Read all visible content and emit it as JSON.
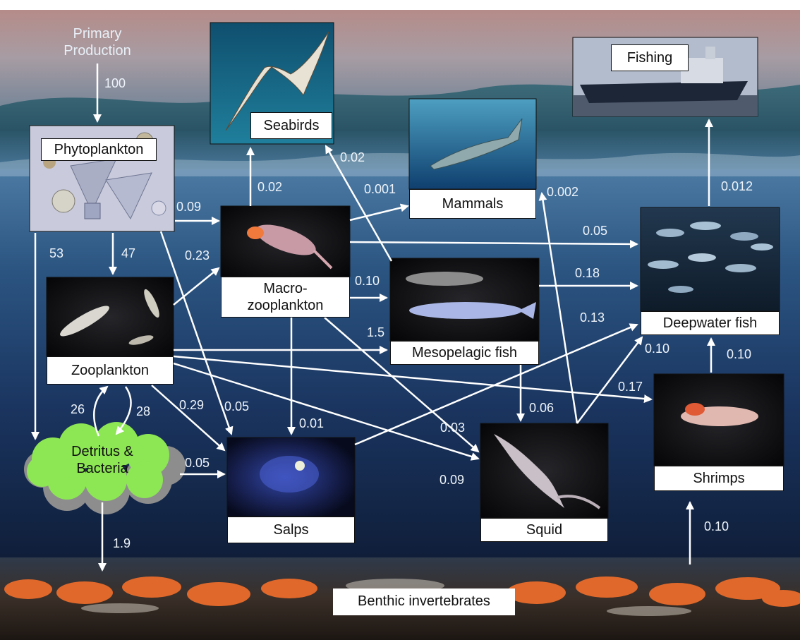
{
  "title": "",
  "colors": {
    "sky_top": "#c79b94",
    "sky_mid": "#8a96a6",
    "ocean_top": "#3e6f98",
    "ocean_deep": "#11203e",
    "seabed": "#2a2622",
    "coral": "#e0682a",
    "cloud_green": "#8ee654",
    "arrow": "#ffffff"
  },
  "source": {
    "label_line1": "Primary",
    "label_line2": "Production",
    "input_value": "100"
  },
  "nodes": {
    "phytoplankton": "Phytoplankton",
    "zooplankton": "Zooplankton",
    "macro_line1": "Macro-",
    "macro_line2": "zooplankton",
    "seabirds": "Seabirds",
    "mammals": "Mammals",
    "fishing": "Fishing",
    "mesopelagic": "Mesopelagic fish",
    "deepwater": "Deepwater fish",
    "salps": "Salps",
    "squid": "Squid",
    "shrimps": "Shrimps",
    "detritus_line1": "Detritus &",
    "detritus_line2": "Bacteria",
    "benthic": "Benthic invertebrates"
  },
  "flows": {
    "phyto_to_macro": "0.09",
    "phyto_to_zoo": "47",
    "phyto_to_detritus": "53",
    "zoo_to_macro": "0.23",
    "macro_to_seabirds": "0.02",
    "mammals_value": "0.001",
    "meso_to_seabirds": "0.02",
    "squid_to_mammals": "0.002",
    "deepwater_to_fishing": "0.012",
    "macro_to_deepwater": "0.05",
    "macro_to_meso": "0.10",
    "meso_to_deepwater": "0.18",
    "zoo_to_meso": "1.5",
    "salps_to_deepwater": "0.13",
    "squid_to_deepwater": "0.10",
    "shrimps_to_deepwater": "0.10",
    "zoo_to_shrimps": "0.17",
    "detritus_to_zoo": "26",
    "zoo_to_detritus": "28",
    "zoo_to_salps": "0.29",
    "phyto_to_salps": "0.05",
    "macro_to_salps": "0.01",
    "macro_to_squid": "0.03",
    "meso_to_squid": "0.06",
    "zoo_to_squid": "0.09",
    "detritus_to_salps": "0.05",
    "detritus_to_benthic": "1.9",
    "benthic_to_shrimps": "0.10"
  }
}
